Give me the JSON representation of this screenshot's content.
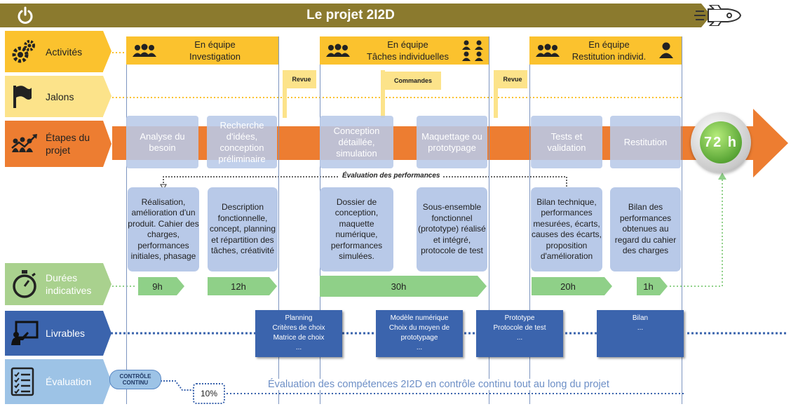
{
  "title": "Le projet 2I2D",
  "rows": {
    "activites": "Activités",
    "jalons": "Jalons",
    "etapes": "Étapes du projet",
    "durees": "Durées indicatives",
    "livrables": "Livrables",
    "evaluation": "Évaluation"
  },
  "activities": [
    {
      "line1": "En équipe",
      "line2": "Investigation"
    },
    {
      "line1": "En équipe",
      "line2": "Tâches individuelles"
    },
    {
      "line1": "En équipe",
      "line2": "Restitution individ."
    }
  ],
  "milestones": [
    "Revue",
    "Commandes",
    "Revue"
  ],
  "stages": [
    "Analyse du besoin",
    "Recherche d'idées, conception préliminaire",
    "Conception détaillée, simulation",
    "Maquettage ou prototypage",
    "Tests et validation",
    "Restitution"
  ],
  "total_duration": "72 h",
  "performance_label": "Évaluation des performances",
  "descriptions": [
    "Réalisation, amélioration d'un produit. Cahier des charges, performances initiales, phasage",
    "Description fonctionnelle, concept, planning et répartition des tâches, créativité",
    "Dossier de conception, maquette numérique, performances simulées.",
    "Sous-ensemble fonctionnel (prototype) réalisé et intégré, protocole de test",
    "Bilan technique, performances mesurées, écarts, causes des écarts, proposition d'amélioration",
    "Bilan des performances obtenues au regard du cahier des charges"
  ],
  "durations": [
    "9h",
    "12h",
    "30h",
    "20h",
    "1h"
  ],
  "deliverables": [
    {
      "lines": [
        "Planning",
        "Critères de choix",
        "Matrice de choix",
        "..."
      ]
    },
    {
      "lines": [
        "Modèle numérique",
        "Choix du moyen de prototypage",
        "..."
      ]
    },
    {
      "lines": [
        "Prototype",
        "Protocole de test",
        "..."
      ]
    },
    {
      "lines": [
        "Bilan",
        "..."
      ]
    }
  ],
  "evaluation": {
    "badge": "CONTRÔLE CONTINU",
    "percent": "10%",
    "text": "Évaluation des compétences 2I2D en contrôle continu tout au long du projet"
  },
  "colors": {
    "title": "#8b7a2e",
    "activites": "#fbc22e",
    "jalons": "#fce38a",
    "etapes": "#ed7d31",
    "durees": "#a9d18e",
    "livrables": "#3b64ad",
    "evaluation": "#9dc3e6",
    "stage": "#b8c9e8"
  },
  "icons": {
    "title": "power-icon",
    "end": "rocket-icon",
    "activites": "gears-icon",
    "jalons": "flag-icon",
    "etapes": "team-growth-icon",
    "durees": "stopwatch-icon",
    "livrables": "presentation-icon",
    "evaluation": "checklist-icon",
    "team": "team-icon",
    "person": "person-icon"
  }
}
